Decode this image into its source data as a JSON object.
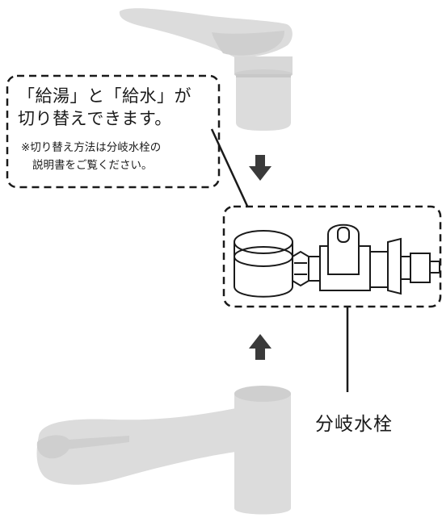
{
  "callout": {
    "title_line1": "「給湯」と「給水」が",
    "title_line2": "切り替えできます。",
    "note_line1": "※切り替え方法は分岐水栓の",
    "note_line2": "説明書をご覧ください。"
  },
  "parts": {
    "branch_valve_label": "分岐水栓"
  },
  "colors": {
    "faucet_fill": "#dcdcdc",
    "faucet_shadow": "#c4c4c4",
    "line": "#1a1a1a",
    "arrow": "#3a3a3a"
  },
  "icons": {
    "arrow_down": "arrow-down-icon",
    "arrow_up": "arrow-up-icon"
  }
}
